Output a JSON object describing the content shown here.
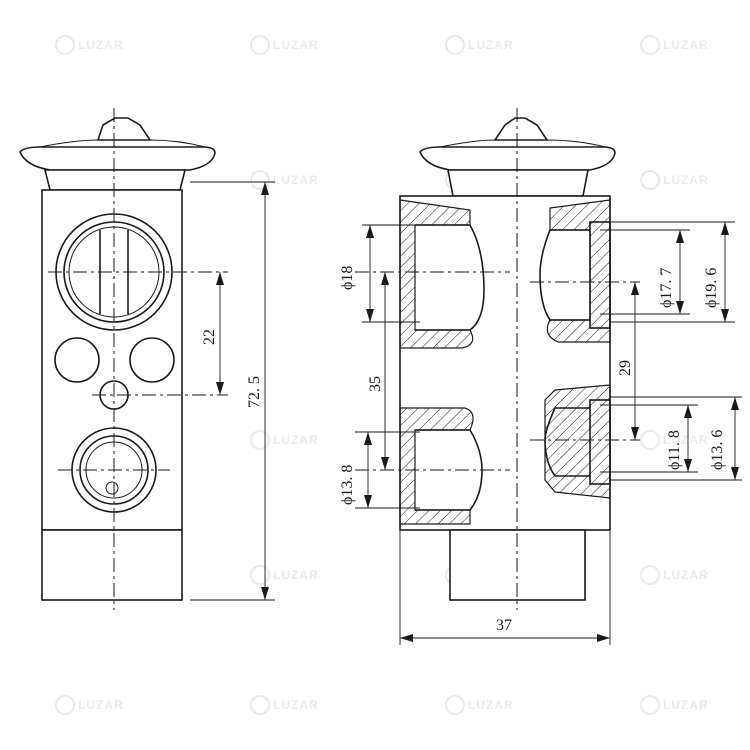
{
  "watermark": {
    "text": "LUZAR"
  },
  "dimensions": {
    "side_height": "72. 5",
    "side_port_spacing": "22",
    "dia_left_top": "ϕ18",
    "dia_left_bottom": "ϕ13. 8",
    "left_spacing": "35",
    "dia_right_top_inner": "ϕ17. 7",
    "dia_right_top_outer": "ϕ19. 6",
    "right_spacing": "29",
    "dia_right_bottom_inner": "ϕ11. 8",
    "dia_right_bottom_outer": "ϕ13. 6",
    "width": "37"
  }
}
